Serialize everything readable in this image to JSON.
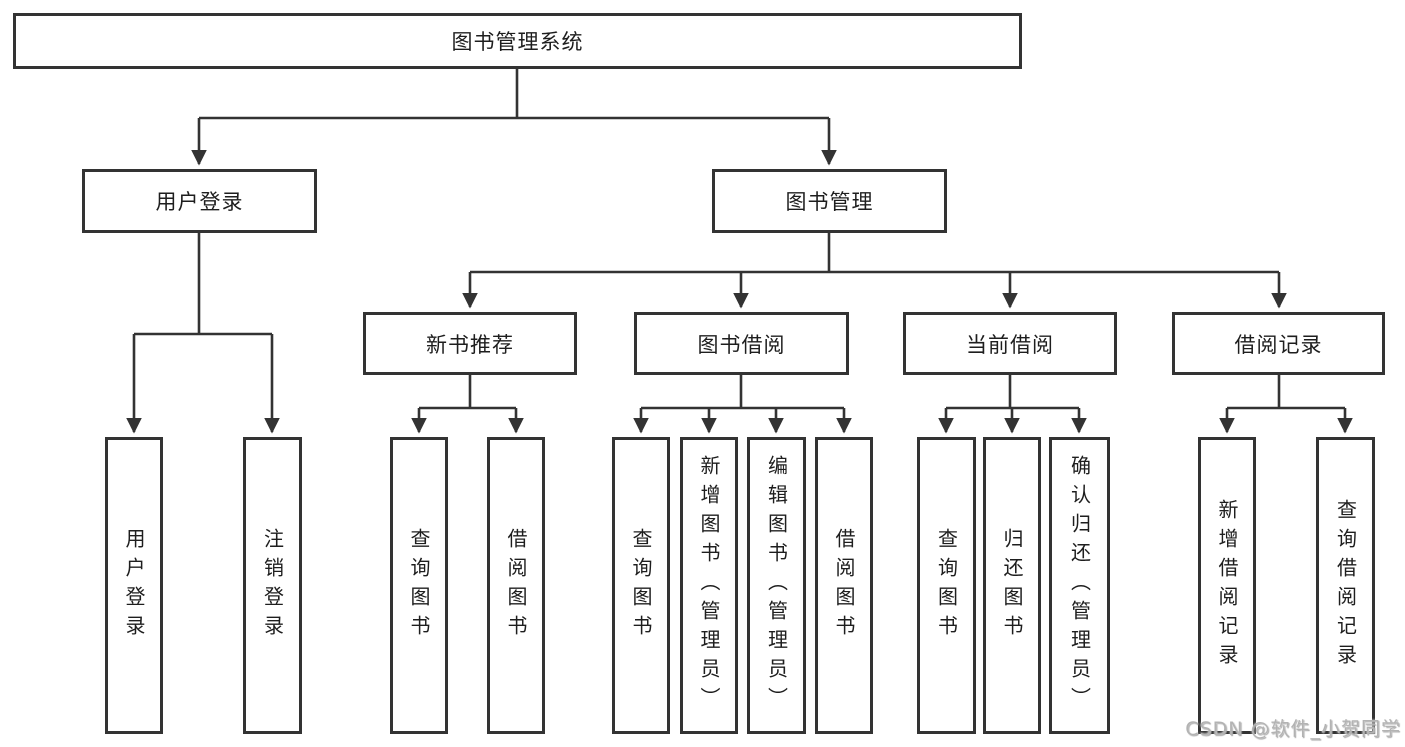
{
  "diagram": {
    "root": {
      "label": "图书管理系统"
    },
    "branches": [
      {
        "label": "用户登录",
        "leaves": [
          "用户登录",
          "注销登录"
        ]
      },
      {
        "label": "图书管理",
        "groups": [
          {
            "label": "新书推荐",
            "leaves": [
              "查询图书",
              "借阅图书"
            ]
          },
          {
            "label": "图书借阅",
            "leaves": [
              "查询图书",
              "新增图书（管理员）",
              "编辑图书（管理员）",
              "借阅图书"
            ]
          },
          {
            "label": "当前借阅",
            "leaves": [
              "查询图书",
              "归还图书",
              "确认归还（管理员）"
            ]
          },
          {
            "label": "借阅记录",
            "leaves": [
              "新增借阅记录",
              "查询借阅记录"
            ]
          }
        ]
      }
    ],
    "colors": {
      "border": "#333333",
      "text": "#1e1e1e",
      "background": "#ffffff",
      "watermark": "#b3b3b3"
    },
    "watermark": {
      "text": "CSDN @软件_小贺同学"
    }
  }
}
